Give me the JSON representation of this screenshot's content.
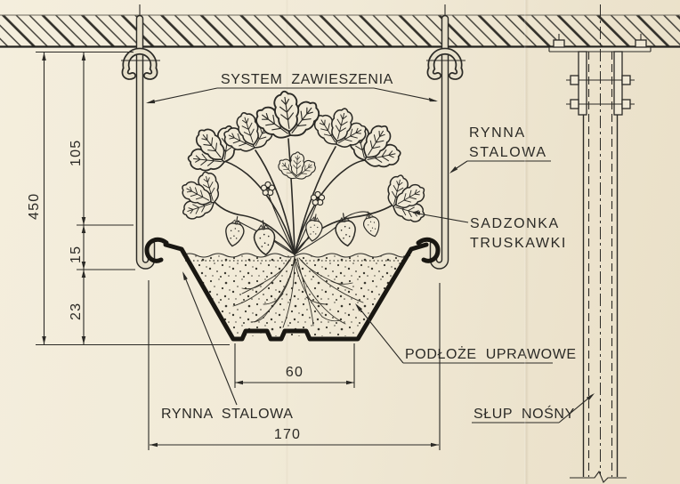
{
  "drawing": {
    "labels": {
      "suspension_system": "SYSTEM ZAWIESZENIA",
      "steel_gutter_upper": {
        "line1": "RYNNA",
        "line2": "STALOWA"
      },
      "strawberry_seedling": {
        "line1": "SADZONKA",
        "line2": "TRUSKAWKI"
      },
      "growing_substrate": "PODŁOŻE UPRAWOWE",
      "support_column": "SŁUP NOŚNY",
      "steel_gutter_lower": "RYNNA STALOWA"
    },
    "dimensions": {
      "overall_height": "450",
      "upper_section": "105",
      "rim_section": "15",
      "lower_section": "23",
      "gutter_bottom_width": "60",
      "gutter_overall_width": "170"
    },
    "colors": {
      "paper": "#f1ead7",
      "ink": "#2b2a26",
      "profile_black": "#191712"
    }
  }
}
